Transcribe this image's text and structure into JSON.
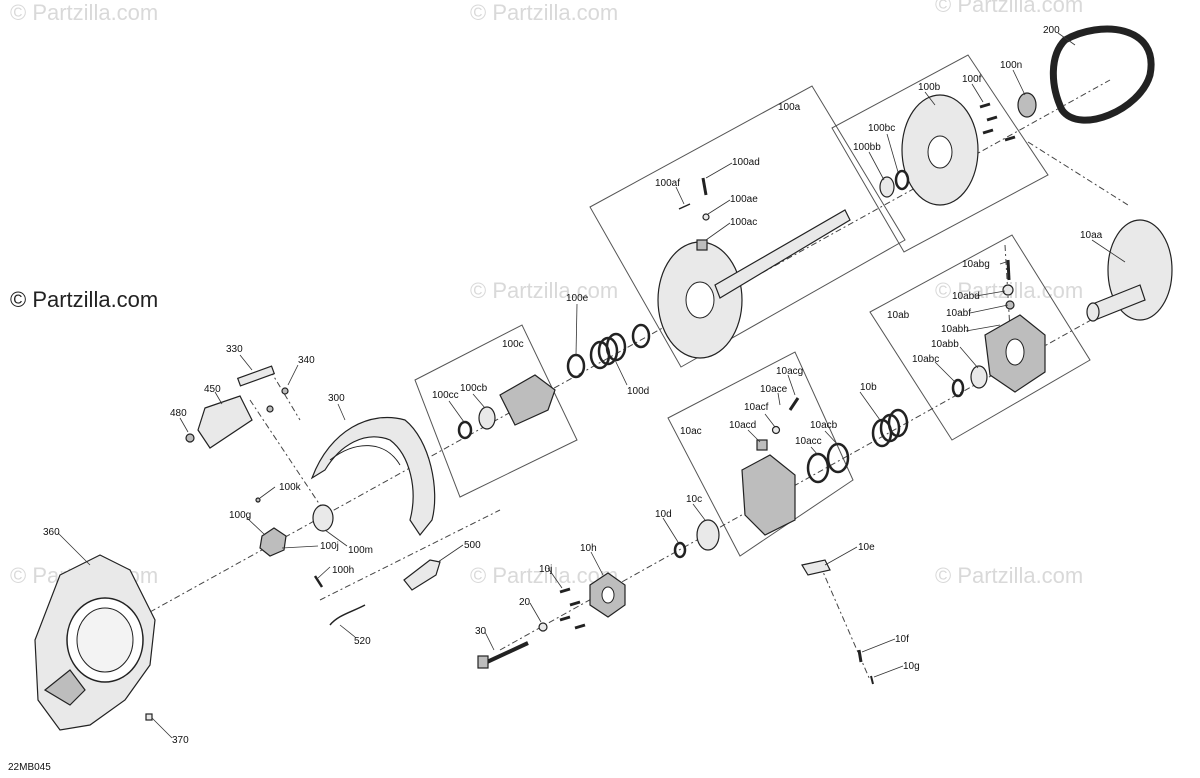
{
  "diagram": {
    "code": "22MB045",
    "watermark_main": "© Partzilla.com",
    "watermark": "© Partzilla.com",
    "callouts": {
      "c200": "200",
      "c100n": "100n",
      "c100f": "100f",
      "c100b": "100b",
      "c100a": "100a",
      "c100bc": "100bc",
      "c100bb": "100bb",
      "c100ad": "100ad",
      "c100af": "100af",
      "c100ae": "100ae",
      "c100ac": "100ac",
      "c10aa": "10aa",
      "c10abg": "10abg",
      "c10abd": "10abd",
      "c10ab": "10ab",
      "c10abf": "10abf",
      "c10abh": "10abh",
      "c10abb": "10abb",
      "c10abc": "10abc",
      "c100e": "100e",
      "c100c": "100c",
      "c100cc": "100cc",
      "c100cb": "100cb",
      "c100d": "100d",
      "c330": "330",
      "c340": "340",
      "c450": "450",
      "c480": "480",
      "c300": "300",
      "c10acg": "10acg",
      "c10ace": "10ace",
      "c10acf": "10acf",
      "c10ac": "10ac",
      "c10acd": "10acd",
      "c10acb": "10acb",
      "c10acc": "10acc",
      "c10b": "10b",
      "c100k": "100k",
      "c100g": "100g",
      "c100j": "100j",
      "c100m": "100m",
      "c100h": "100h",
      "c500": "500",
      "c520": "520",
      "c360": "360",
      "c370": "370",
      "c10d": "10d",
      "c10c": "10c",
      "c10h": "10h",
      "c10j": "10j",
      "c20": "20",
      "c30": "30",
      "c10e": "10e",
      "c10f": "10f",
      "c10g": "10g"
    }
  }
}
